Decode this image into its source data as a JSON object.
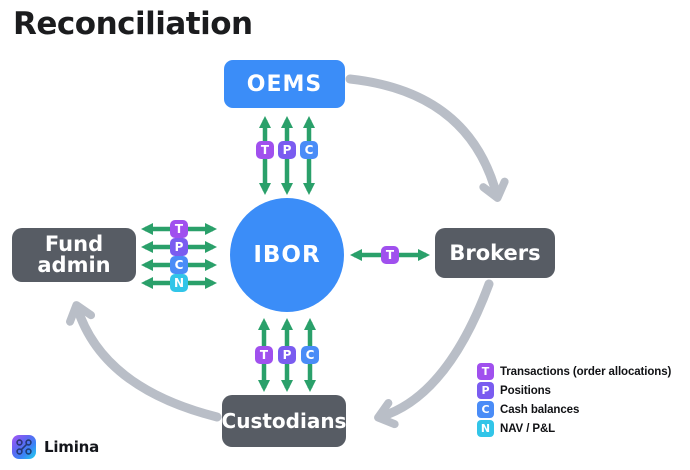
{
  "title": "Reconciliation",
  "colors": {
    "node_blue": "#3b8df8",
    "node_gray": "#575c64",
    "arc_gray": "#b9bec7",
    "arrow_green": "#2aa06a",
    "badge_t": "#a050ee",
    "badge_p": "#7a5cf0",
    "badge_c": "#4a8cf7",
    "badge_n": "#32c5e8"
  },
  "nodes": {
    "oems": {
      "label": "OEMS"
    },
    "ibor": {
      "label": "IBOR"
    },
    "fund_admin": {
      "label_line1": "Fund",
      "label_line2": "admin"
    },
    "brokers": {
      "label": "Brokers"
    },
    "custodians": {
      "label": "Custodians"
    }
  },
  "flows": {
    "oems_ibor": [
      "T",
      "P",
      "C"
    ],
    "fund_admin_ibor": [
      "T",
      "P",
      "C",
      "N"
    ],
    "ibor_brokers": [
      "T"
    ],
    "ibor_custodians": [
      "T",
      "P",
      "C"
    ]
  },
  "legend": {
    "items": [
      {
        "key": "T",
        "label": "Transactions (order allocations)",
        "color": "#a050ee"
      },
      {
        "key": "P",
        "label": "Positions",
        "color": "#7a5cf0"
      },
      {
        "key": "C",
        "label": "Cash balances",
        "color": "#4a8cf7"
      },
      {
        "key": "N",
        "label": "NAV / P&L",
        "color": "#32c5e8"
      }
    ]
  },
  "footer": {
    "brand": "Limina"
  }
}
